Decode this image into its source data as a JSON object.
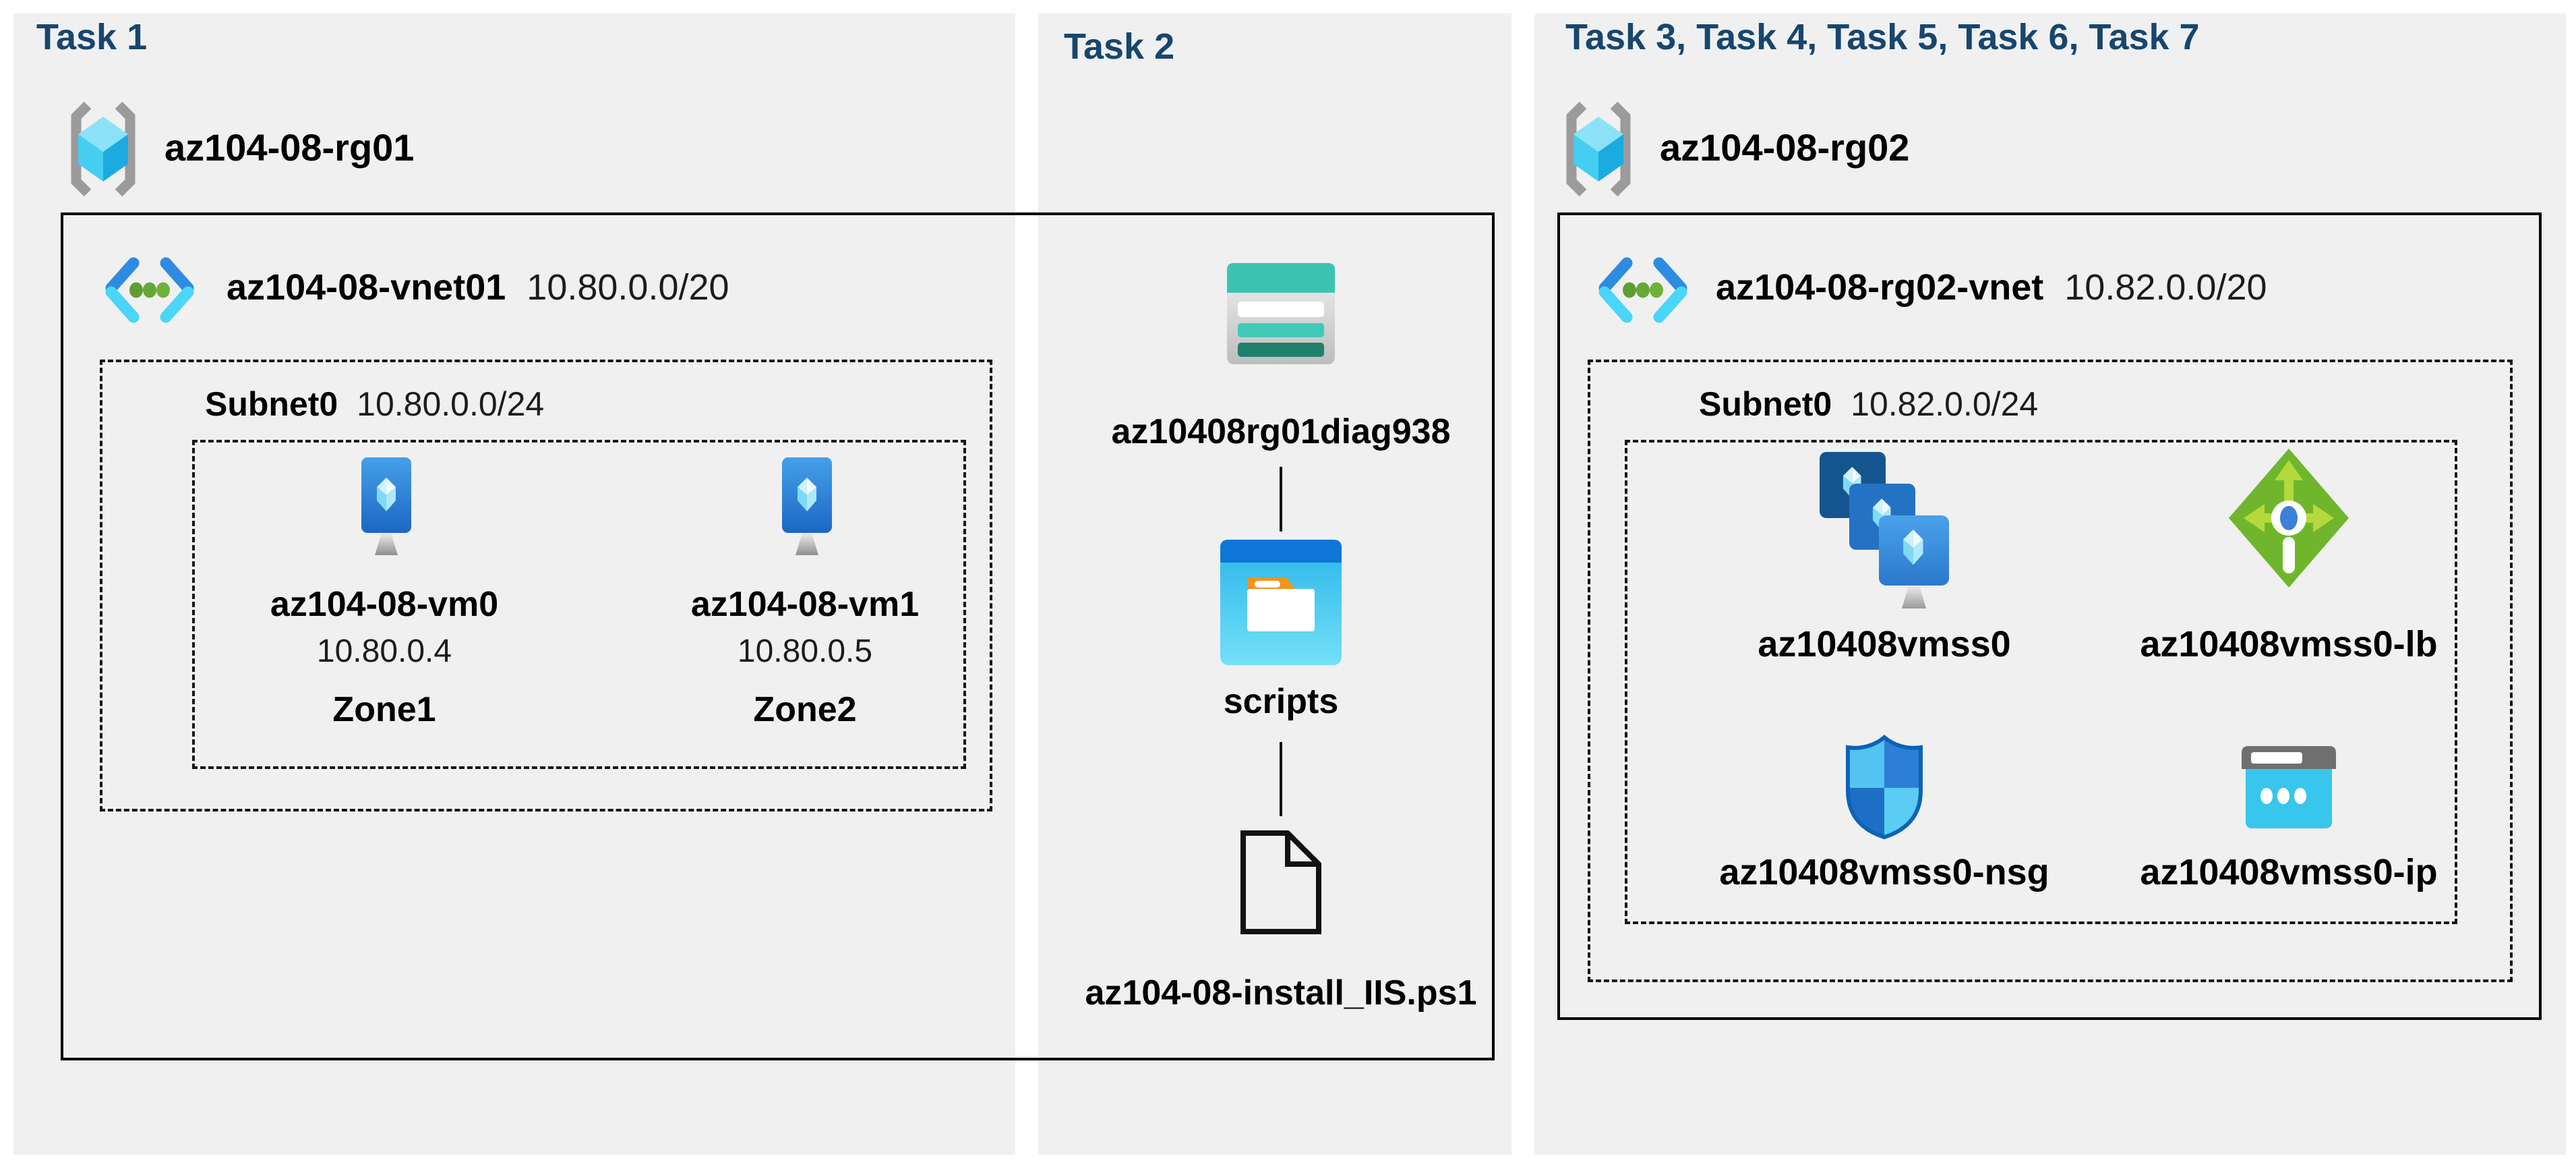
{
  "colors": {
    "page_background": "#ffffff",
    "panel_background": "#f0f0f1",
    "title_text": "#17466e",
    "label_text": "#000000",
    "box_border": "#000000",
    "azure_blue": "#2d8ce2",
    "cyan": "#49d6f8",
    "teal": "#3ac4b1",
    "green": "#7ab829",
    "orange": "#f2941d"
  },
  "panels": [
    {
      "title": "Task 1",
      "resource_group": {
        "label": "az104-08-rg01"
      },
      "vnet": {
        "label": "az104-08-vnet01",
        "cidr": "10.80.0.0/20"
      },
      "subnet": {
        "label": "Subnet0",
        "cidr": "10.80.0.0/24"
      },
      "vms": [
        {
          "name": "az104-08-vm0",
          "ip": "10.80.0.4",
          "zone": "Zone1"
        },
        {
          "name": "az104-08-vm1",
          "ip": "10.80.0.5",
          "zone": "Zone2"
        }
      ]
    },
    {
      "title": "Task 2",
      "storage_account": {
        "label": "az10408rg01diag938"
      },
      "folder": {
        "label": "scripts"
      },
      "script_file": {
        "label": "az104-08-install_IIS.ps1"
      }
    },
    {
      "title": "Task 3, Task 4, Task 5, Task 6, Task 7",
      "resource_group": {
        "label": "az104-08-rg02"
      },
      "vnet": {
        "label": "az104-08-rg02-vnet",
        "cidr": "10.82.0.0/20"
      },
      "subnet": {
        "label": "Subnet0",
        "cidr": "10.82.0.0/24"
      },
      "resources": [
        {
          "name": "az10408vmss0",
          "type": "vm-scale-set"
        },
        {
          "name": "az10408vmss0-lb",
          "type": "load-balancer"
        },
        {
          "name": "az10408vmss0-nsg",
          "type": "network-security-group"
        },
        {
          "name": "az10408vmss0-ip",
          "type": "public-ip-address"
        }
      ]
    }
  ],
  "icons": {
    "resource_group": "azure-resource-group-icon",
    "virtual_network": "azure-vnet-icon",
    "virtual_machine": "azure-vm-icon",
    "storage_account": "azure-storage-account-icon",
    "folder": "folder-window-icon",
    "script_file": "document-outline-icon",
    "vm_scale_set": "azure-vmss-icon",
    "load_balancer": "azure-load-balancer-icon",
    "network_security_group": "azure-nsg-shield-icon",
    "public_ip": "azure-public-ip-icon"
  }
}
